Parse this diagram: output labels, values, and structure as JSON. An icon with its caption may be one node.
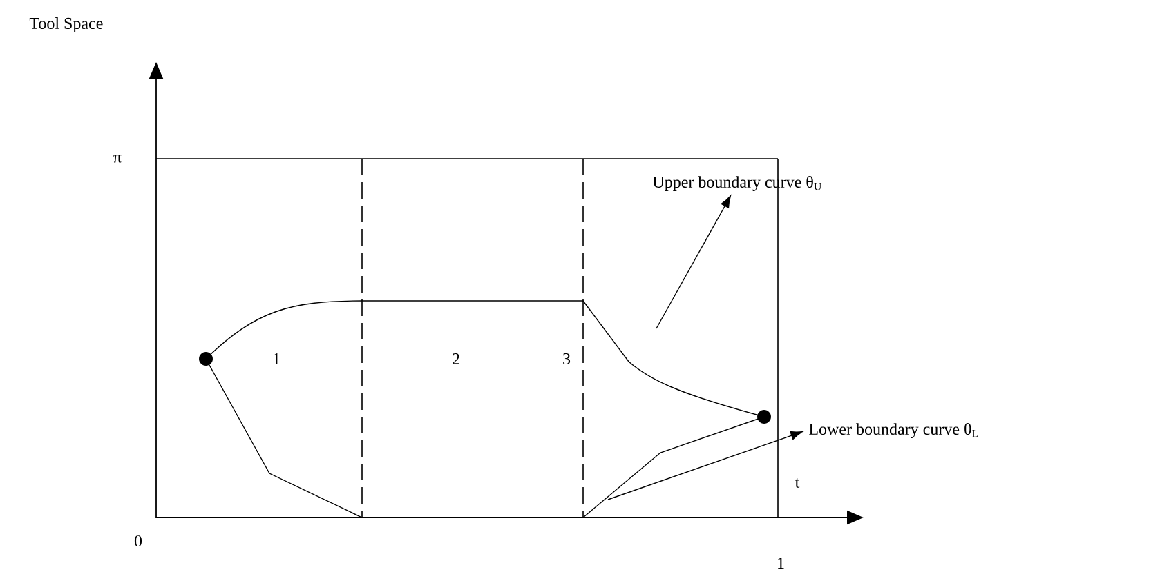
{
  "diagram": {
    "nodes": [
      {
        "text": [
          "Upper boundary curve θ$_{U}$"
        ]
      },
      {
        "text": [
          "Lower boundary curve θ$_{L}$"
        ]
      }
    ],
    "edges": [
      {
        "from": null,
        "to": 0,
        "arrow": "to"
      },
      {
        "from": null,
        "to": 1,
        "arrow": "to"
      }
    ],
    "labels": [
      "Tool Space",
      "π",
      "1",
      "2",
      "3",
      "t",
      "0",
      "1"
    ]
  }
}
